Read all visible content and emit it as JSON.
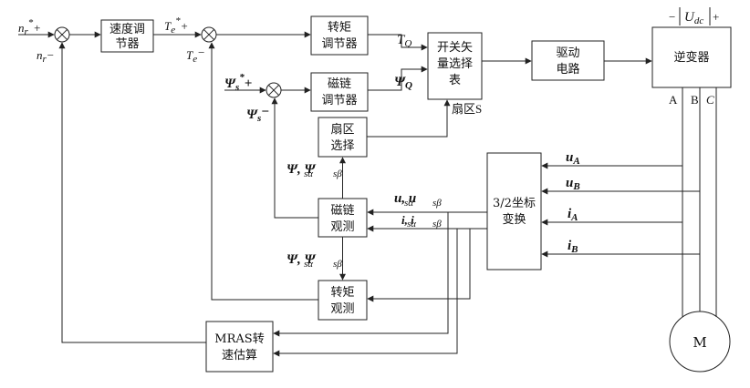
{
  "blocks": {
    "speed_regulator": [
      "速度调",
      "节器"
    ],
    "torque_regulator": [
      "转矩",
      "调节器"
    ],
    "flux_regulator": [
      "磁链",
      "调节器"
    ],
    "switch_table": [
      "开关矢",
      "量选择",
      "表"
    ],
    "drive_circuit": [
      "驱动",
      "电路"
    ],
    "inverter": "逆变器",
    "sector_select": [
      "扇区",
      "选择"
    ],
    "flux_observer": [
      "磁链",
      "观测"
    ],
    "torque_observer": [
      "转矩",
      "观测"
    ],
    "coord_transform": [
      "3/2坐标",
      "变换"
    ],
    "mras": [
      "MRAS转",
      "速估算"
    ],
    "motor": "M"
  },
  "signals": {
    "n_ref": "n",
    "n_ref_sub": "r",
    "n_fb": "n",
    "n_fb_sub": "r",
    "te_ref": "T",
    "te_ref_sub": "e",
    "te_fb": "T",
    "te_fb_sub": "e",
    "psi_ref": "Ψ",
    "psi_ref_sub": "s",
    "psi_fb": "Ψ",
    "psi_fb_sub": "s",
    "tq": "T",
    "tq_sub": "Q",
    "psiq": "Ψ",
    "psiq_sub": "Q",
    "sector_s": "扇区S",
    "udc": "U",
    "udc_sub": "dc",
    "phase_a": "A",
    "phase_b": "B",
    "phase_c": "C",
    "ua": "u",
    "ua_sub": "A",
    "ub": "u",
    "ub_sub": "B",
    "ia": "i",
    "ia_sub": "A",
    "ib": "i",
    "ib_sub": "B",
    "psi_alpha_beta_1": "Ψ, Ψ",
    "psi_sub_a": "sα",
    "psi_sub_b": "sβ",
    "u_alpha_beta": "u, u",
    "i_alpha_beta": "i, i",
    "star": "*",
    "plus": "+",
    "minus": "−"
  }
}
